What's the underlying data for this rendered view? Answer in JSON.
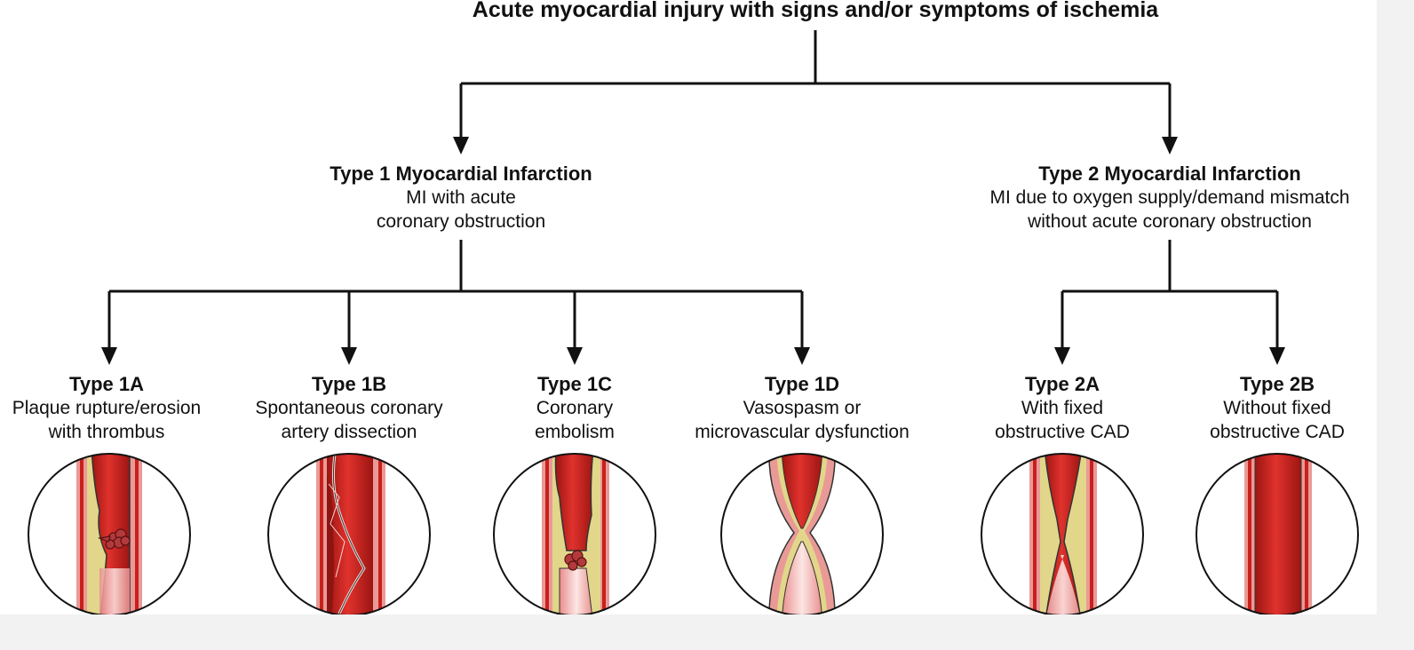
{
  "title": "Acute myocardial injury with signs and/or symptoms of ischemia",
  "type1": {
    "heading": "Type 1 Myocardial Infarction",
    "line1": "MI with acute",
    "line2": "coronary obstruction"
  },
  "type2": {
    "heading": "Type 2 Myocardial Infarction",
    "line1": "MI due to oxygen supply/demand mismatch",
    "line2": "without acute coronary obstruction"
  },
  "subtypes": [
    {
      "heading": "Type 1A",
      "line1": "Plaque rupture/erosion",
      "line2": "with thrombus"
    },
    {
      "heading": "Type 1B",
      "line1": "Spontaneous coronary",
      "line2": "artery dissection"
    },
    {
      "heading": "Type 1C",
      "line1": "Coronary",
      "line2": "embolism"
    },
    {
      "heading": "Type 1D",
      "line1": "Vasospasm or",
      "line2": "microvascular dysfunction"
    },
    {
      "heading": "Type 2A",
      "line1": "With fixed",
      "line2": "obstructive CAD"
    },
    {
      "heading": "Type 2B",
      "line1": "Without fixed",
      "line2": "obstructive CAD"
    }
  ],
  "colors": {
    "lumen": "#c8201c",
    "wall": "#e99a96",
    "plaque": "#e2d68a",
    "thrombus": "#b33a3c"
  }
}
